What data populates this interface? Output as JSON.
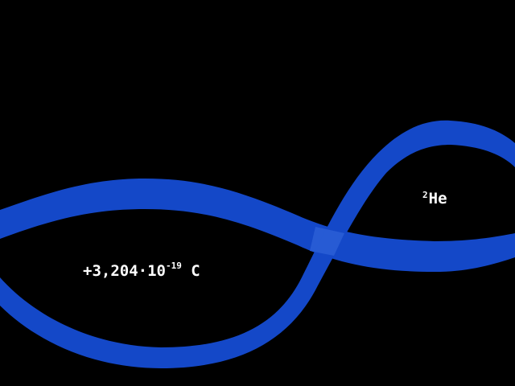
{
  "scene": {
    "background_color": "#000000",
    "ribbon_color": "#1448c8",
    "ribbon_overlap_color": "#2a5fd6"
  },
  "labels": {
    "charge": {
      "prefix": "+3,204·10",
      "exponent": "-19",
      "unit": "C"
    },
    "element": {
      "mass_number": "2",
      "symbol": "He"
    }
  }
}
